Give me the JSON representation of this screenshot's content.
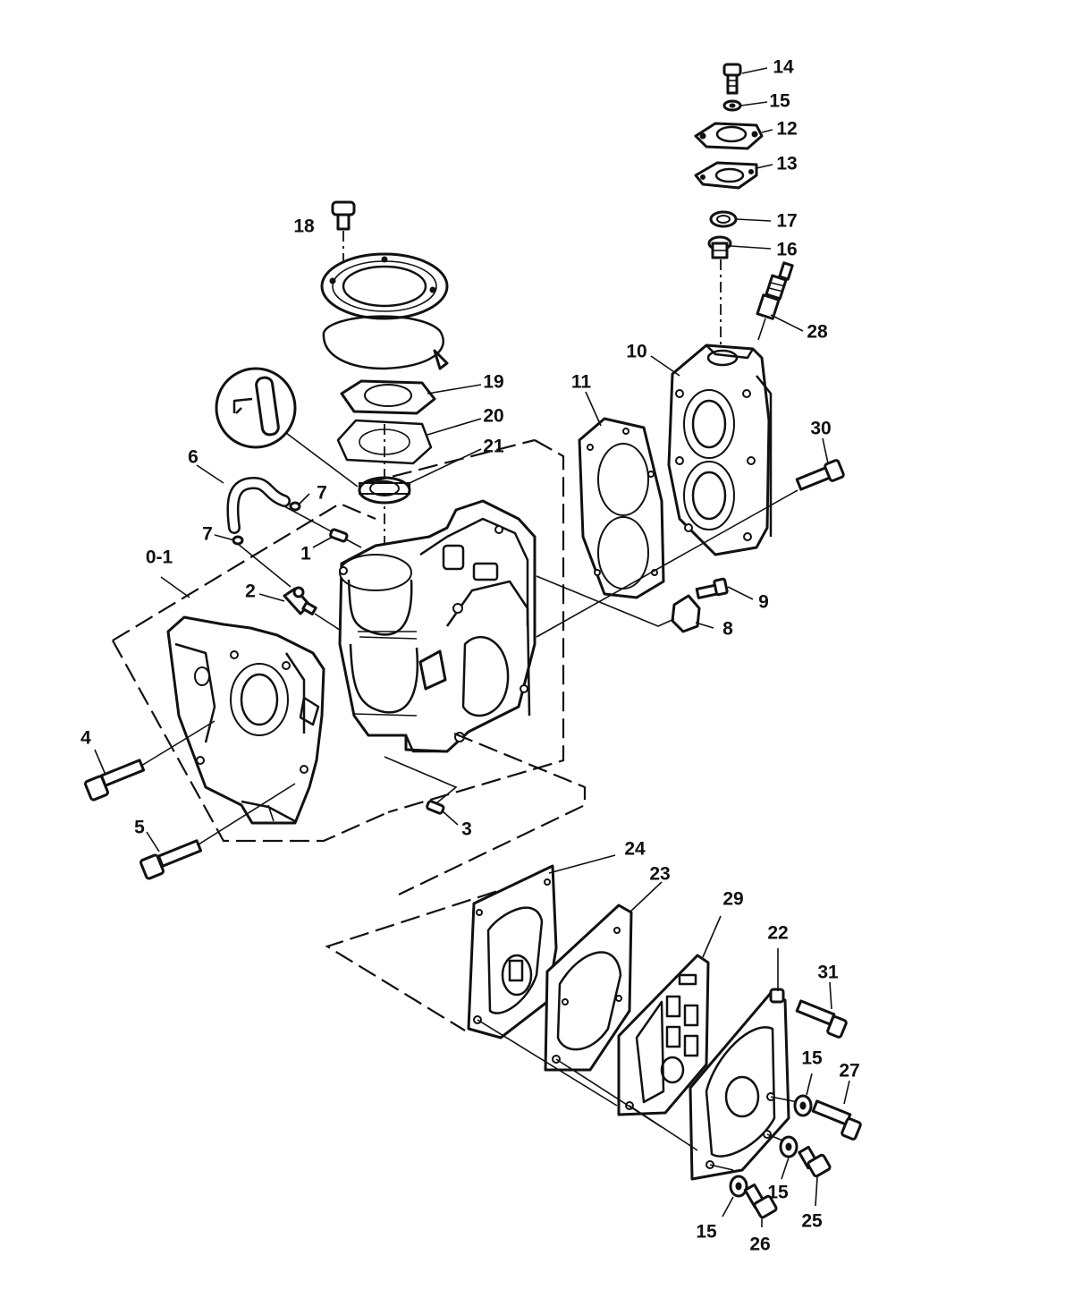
{
  "diagram": {
    "labels": [
      {
        "id": "14",
        "text": "14"
      },
      {
        "id": "15a",
        "text": "15"
      },
      {
        "id": "12",
        "text": "12"
      },
      {
        "id": "13",
        "text": "13"
      },
      {
        "id": "17",
        "text": "17"
      },
      {
        "id": "16",
        "text": "16"
      },
      {
        "id": "28",
        "text": "28"
      },
      {
        "id": "18",
        "text": "18"
      },
      {
        "id": "10",
        "text": "10"
      },
      {
        "id": "11",
        "text": "11"
      },
      {
        "id": "19",
        "text": "19"
      },
      {
        "id": "20",
        "text": "20"
      },
      {
        "id": "21",
        "text": "21"
      },
      {
        "id": "30",
        "text": "30"
      },
      {
        "id": "6",
        "text": "6"
      },
      {
        "id": "7a",
        "text": "7"
      },
      {
        "id": "7b",
        "text": "7"
      },
      {
        "id": "1",
        "text": "1"
      },
      {
        "id": "0-1",
        "text": "0-1"
      },
      {
        "id": "2",
        "text": "2"
      },
      {
        "id": "9",
        "text": "9"
      },
      {
        "id": "8",
        "text": "8"
      },
      {
        "id": "4",
        "text": "4"
      },
      {
        "id": "5",
        "text": "5"
      },
      {
        "id": "3",
        "text": "3"
      },
      {
        "id": "24",
        "text": "24"
      },
      {
        "id": "23",
        "text": "23"
      },
      {
        "id": "29",
        "text": "29"
      },
      {
        "id": "22",
        "text": "22"
      },
      {
        "id": "31",
        "text": "31"
      },
      {
        "id": "15b",
        "text": "15"
      },
      {
        "id": "27",
        "text": "27"
      },
      {
        "id": "15c",
        "text": "15"
      },
      {
        "id": "25",
        "text": "25"
      },
      {
        "id": "15d",
        "text": "15"
      },
      {
        "id": "26",
        "text": "26"
      }
    ]
  }
}
